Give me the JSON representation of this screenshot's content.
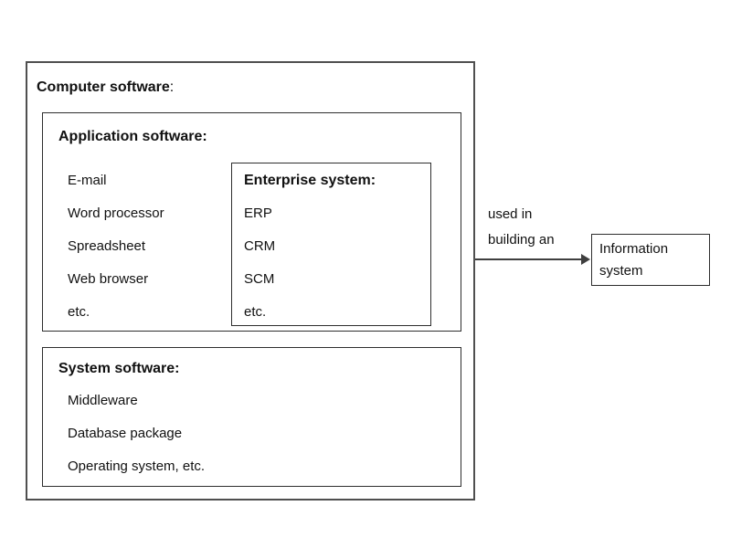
{
  "computer": {
    "title": "Computer software",
    "colon": ":"
  },
  "application": {
    "title": "Application software:",
    "items": [
      "E-mail",
      "Word processor",
      "Spreadsheet",
      "Web browser",
      "etc."
    ]
  },
  "enterprise": {
    "title": "Enterprise system:",
    "items": [
      "ERP",
      "CRM",
      "SCM",
      "etc."
    ]
  },
  "system": {
    "title": "System software:",
    "items": [
      "Middleware",
      "Database package",
      "Operating system, etc."
    ]
  },
  "arrow": {
    "label_line1": "used in",
    "label_line2": "building an"
  },
  "info": {
    "label": "Information system"
  },
  "colors": {
    "background": "#ffffff",
    "text": "#111111",
    "border_outer": "#4f4f4f",
    "border_inner": "#2e2e2e",
    "arrow": "#3f3f3f"
  }
}
